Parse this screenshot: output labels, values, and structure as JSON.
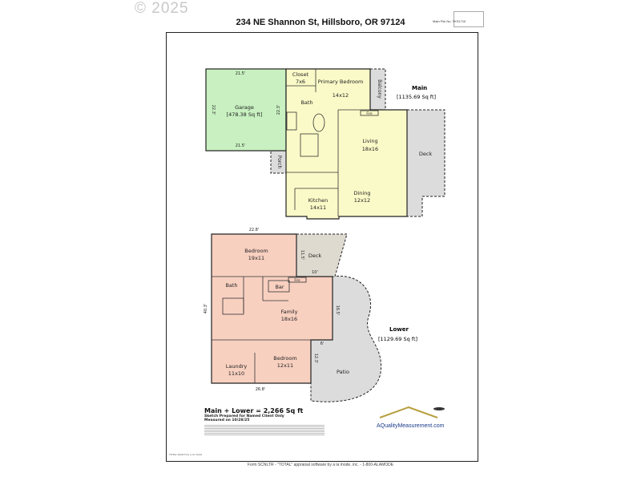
{
  "watermark": "© 2025",
  "header": {
    "address": "234 NE Shannon St, Hillsboro, OR 97124",
    "file_no": "Main File No. TKS1710"
  },
  "main_level": {
    "label": "Main",
    "area": "[1135.69 Sq ft]",
    "garage": {
      "name": "Garage",
      "area": "[478.38 Sq ft]",
      "dim_top": "21.5'",
      "dim_bottom": "21.5'",
      "dim_left": "22.3'",
      "dim_right": "22.3'"
    },
    "rooms": [
      {
        "name": "Closet",
        "size": "7x6"
      },
      {
        "name": "Primary Bedroom",
        "size": "14x12"
      },
      {
        "name": "Bath",
        "size": ""
      },
      {
        "name": "Living",
        "size": "18x16"
      },
      {
        "name": "Dining",
        "size": "12x12"
      },
      {
        "name": "Kitchen",
        "size": "14x11"
      }
    ],
    "balcony": "Balcony",
    "porch": "Porch",
    "deck": "Deck",
    "fire": "Fire"
  },
  "lower_level": {
    "label": "Lower",
    "area": "[1129.69 Sq ft]",
    "rooms": [
      {
        "name": "Bedroom",
        "size": "19x11"
      },
      {
        "name": "Bath",
        "size": ""
      },
      {
        "name": "Bar",
        "size": ""
      },
      {
        "name": "Family",
        "size": "18x16"
      },
      {
        "name": "Laundry",
        "size": "11x10"
      },
      {
        "name": "Bedroom",
        "size": "12x11"
      }
    ],
    "deck": "Deck",
    "patio": "Patio",
    "fire": "Fire",
    "dims": {
      "top": "22.8'",
      "bottom": "26.8'",
      "left": "40.3'",
      "deck_side": "11.5'",
      "deck_bottom": "10'",
      "family_right": "16.5'",
      "patio_top": "6'",
      "bedroom_right": "12.3'"
    }
  },
  "totals": {
    "line": "Main + Lower = 2,266 Sq ft",
    "prepared": "Sketch Prepared for Named Client Only",
    "measured": "Measured on 10/28/25"
  },
  "logo": {
    "text": "AQualityMeasurement.com"
  },
  "tiny_note": "TOTAL Sketch by a la mode",
  "footer": "Form SCNLTR - \"TOTAL\" appraisal software by a la mode, inc. - 1-800-ALAMODE",
  "colors": {
    "garage": "#c8f0c0",
    "main": "#fafac8",
    "lower": "#f8d0c0",
    "outdoor": "#dcdcdc"
  }
}
